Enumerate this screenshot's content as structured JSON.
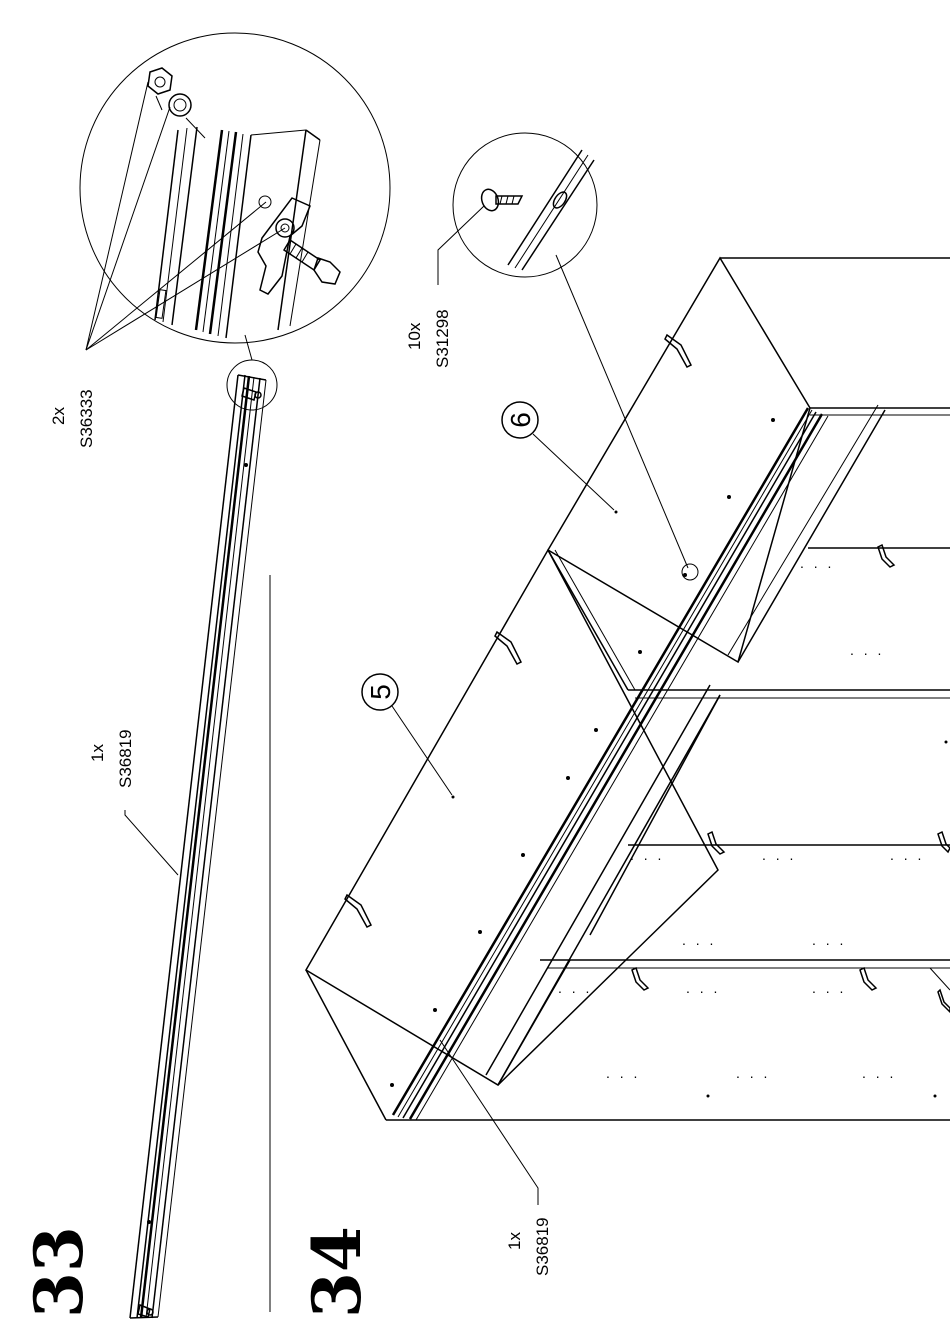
{
  "steps": {
    "step_a": "33",
    "step_b": "34"
  },
  "labels": {
    "nut_qty": "2x",
    "nut_code": "S36333",
    "rail_top_qty": "1x",
    "rail_top_code": "S36819",
    "screw_qty": "10x",
    "screw_code": "S31298",
    "rail_bottom_qty": "1x",
    "rail_bottom_code": "S36819"
  },
  "callouts": {
    "panel_left": "5",
    "panel_right": "6"
  }
}
